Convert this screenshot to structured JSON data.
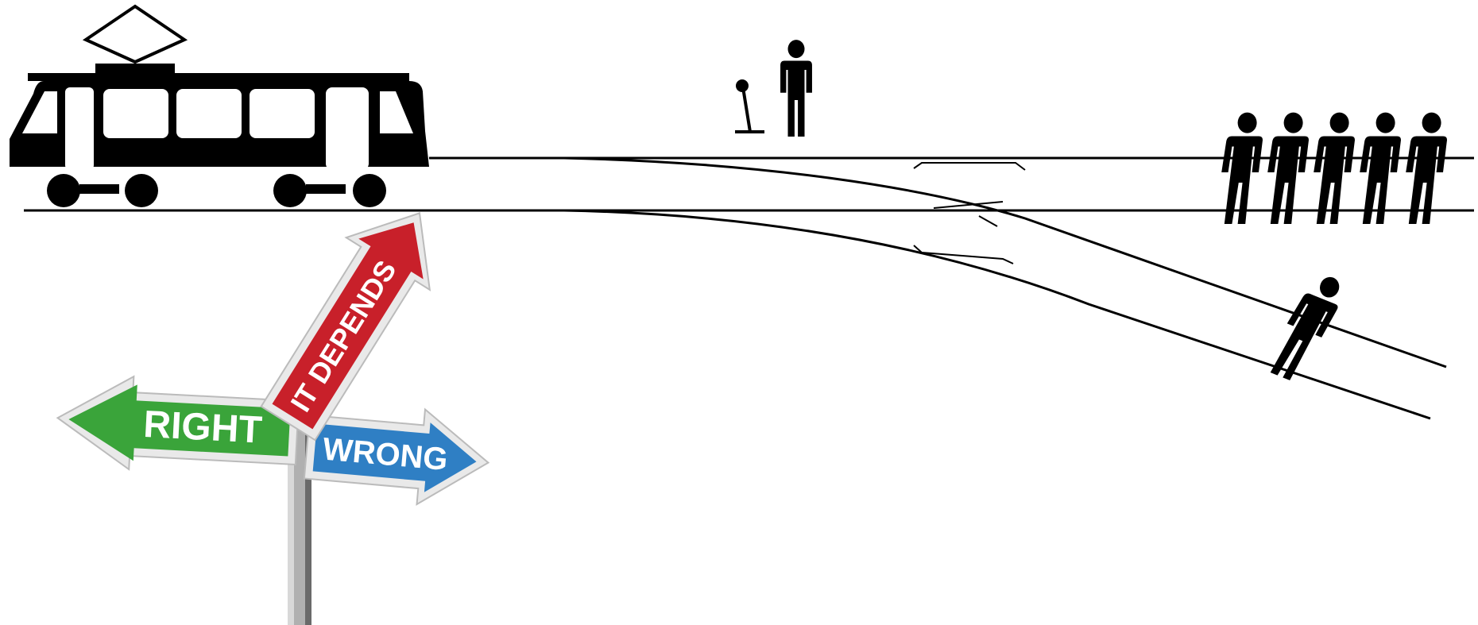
{
  "scene": {
    "background": "#ffffff",
    "ink_color": "#000000",
    "figures": {
      "on_main_track_count": 5,
      "on_side_track_count": 1,
      "bystander_at_lever_count": 1
    },
    "icons": [
      "tram-icon",
      "lever-icon",
      "person-icon"
    ]
  },
  "signpost": {
    "signs": [
      {
        "label": "RIGHT",
        "color": "#3aa43a"
      },
      {
        "label": "IT DEPENDS",
        "color": "#c8202a"
      },
      {
        "label": "WRONG",
        "color": "#2f7fc4"
      }
    ],
    "pole_color": "#9a9a9a"
  }
}
